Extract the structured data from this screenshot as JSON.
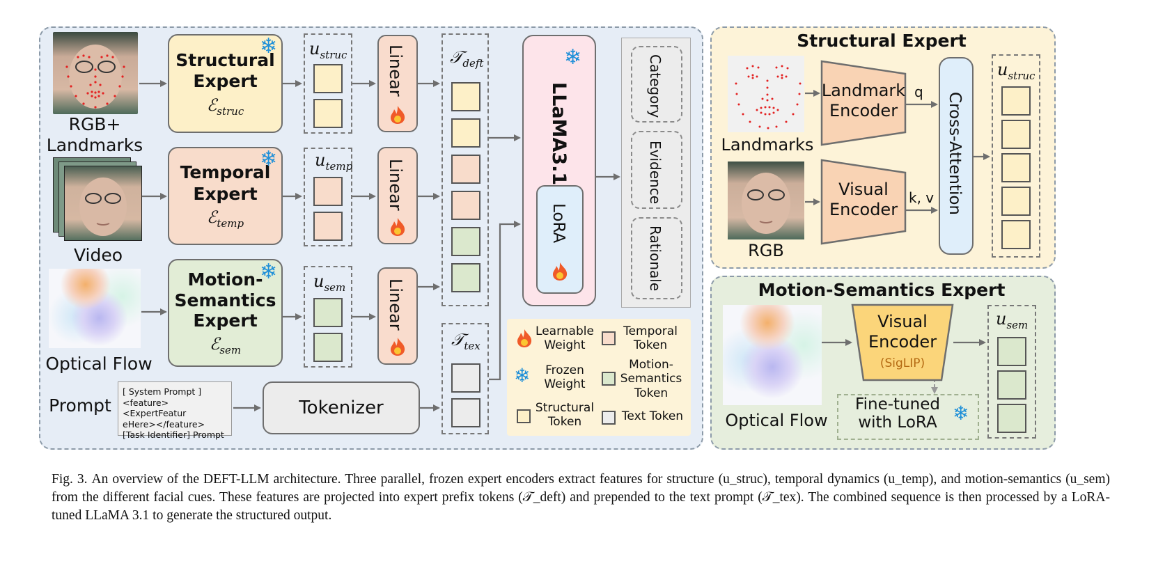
{
  "left_panel": {
    "inputs": {
      "rgb_landmarks": "RGB+\nLandmarks",
      "video": "Video",
      "optical_flow": "Optical Flow",
      "prompt": "Prompt"
    },
    "prompt_template": {
      "line1": "[ System Prompt ]",
      "line2": "<feature><ExpertFeatur",
      "line3": "eHere></feature>",
      "line4": "[Task Identifier] Prompt"
    },
    "experts": [
      {
        "name": "Structural\nExpert",
        "symbol": "ℰ",
        "sub": "struc",
        "color": "#fdf0c8"
      },
      {
        "name": "Temporal\nExpert",
        "symbol": "ℰ",
        "sub": "temp",
        "color": "#f8dccb"
      },
      {
        "name": "Motion-\nSemantics\nExpert",
        "symbol": "ℰ",
        "sub": "sem",
        "color": "#e2edd6"
      }
    ],
    "feature_vars": [
      {
        "sym": "u",
        "sub": "struc"
      },
      {
        "sym": "u",
        "sub": "temp"
      },
      {
        "sym": "u",
        "sub": "sem"
      }
    ],
    "linear_label": "Linear",
    "t_deft": {
      "sym": "𝒯",
      "sub": "deft"
    },
    "t_tex": {
      "sym": "𝒯",
      "sub": "tex"
    },
    "tokenizer": "Tokenizer",
    "llm": "LLaMA3.1",
    "lora": "LoRA",
    "outputs": [
      "Category",
      "Evidence",
      "Rationale"
    ],
    "legend": {
      "learnable": "Learnable\nWeight",
      "frozen": "Frozen\nWeight",
      "structural": "Structural\nToken",
      "temporal": "Temporal\nToken",
      "motion": "Motion-\nSemantics\nToken",
      "text": "Text Token"
    }
  },
  "structural_panel": {
    "title": "Structural Expert",
    "landmarks_label": "Landmarks",
    "rgb_label": "RGB",
    "landmark_encoder": "Landmark\nEncoder",
    "visual_encoder": "Visual\nEncoder",
    "q": "q",
    "kv": "k, v",
    "cross_attention": "Cross-Attention",
    "out_var": {
      "sym": "u",
      "sub": "struc"
    }
  },
  "motion_panel": {
    "title": "Motion-Semantics Expert",
    "optical_flow": "Optical Flow",
    "visual_encoder": "Visual\nEncoder",
    "siglip": "(SigLIP)",
    "finetuned": "Fine-tuned\nwith LoRA",
    "out_var": {
      "sym": "u",
      "sub": "sem"
    }
  },
  "caption": {
    "fig": "Fig. 3.",
    "text": "An overview of the DEFT-LLM architecture. Three parallel, frozen expert encoders extract features for structure (u_struc), temporal dynamics (u_temp), and motion-semantics (u_sem) from the different facial cues. These features are projected into expert prefix tokens (𝒯_deft) and prepended to the text prompt (𝒯_tex). The combined sequence is then processed by a LoRA-tuned LLaMA 3.1 to generate the structured output."
  },
  "colors": {
    "left_bg": "#e6edf6",
    "structural_bg": "#fdf3d8",
    "motion_bg": "#e6eedd",
    "snowflake": "#1e8fd8",
    "flame": "#f05a28",
    "llm_bg": "#fde4ea",
    "lora_bg": "#dfeefa"
  }
}
